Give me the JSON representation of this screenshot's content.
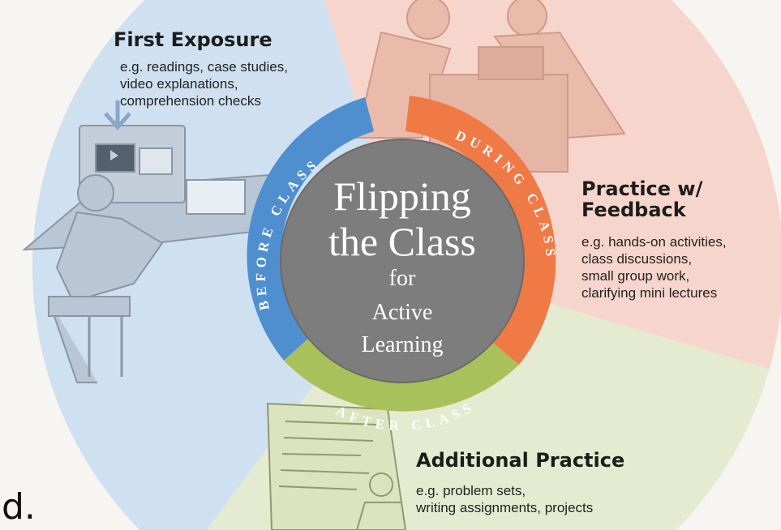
{
  "sections": {
    "before": {
      "title": "First Exposure",
      "desc": "e.g. readings, case studies,\nvideo explanations,\ncomprehension checks",
      "ring_label": "BEFORE CLASS",
      "colors": {
        "bg": "#cfe0f0",
        "ring": "#4f8fd0"
      }
    },
    "during": {
      "title": "Practice w/\nFeedback",
      "desc": "e.g. hands-on activities,\nclass discussions,\nsmall group work,\nclarifying mini lectures",
      "ring_label": "DURING CLASS",
      "colors": {
        "bg": "#f6d6cc",
        "ring": "#f07a45"
      }
    },
    "after": {
      "title": "Additional Practice",
      "desc": "e.g. problem sets,\nwriting assignments, projects",
      "ring_label": "AFTER CLASS",
      "colors": {
        "bg": "#e4ebd0",
        "ring": "#a9c15b"
      }
    }
  },
  "center": {
    "line1": "Flipping",
    "line2": "the Class",
    "line3": "for",
    "line4": "Active",
    "line5": "Learning",
    "color": "#7d7d7d"
  },
  "edge_text": "d."
}
